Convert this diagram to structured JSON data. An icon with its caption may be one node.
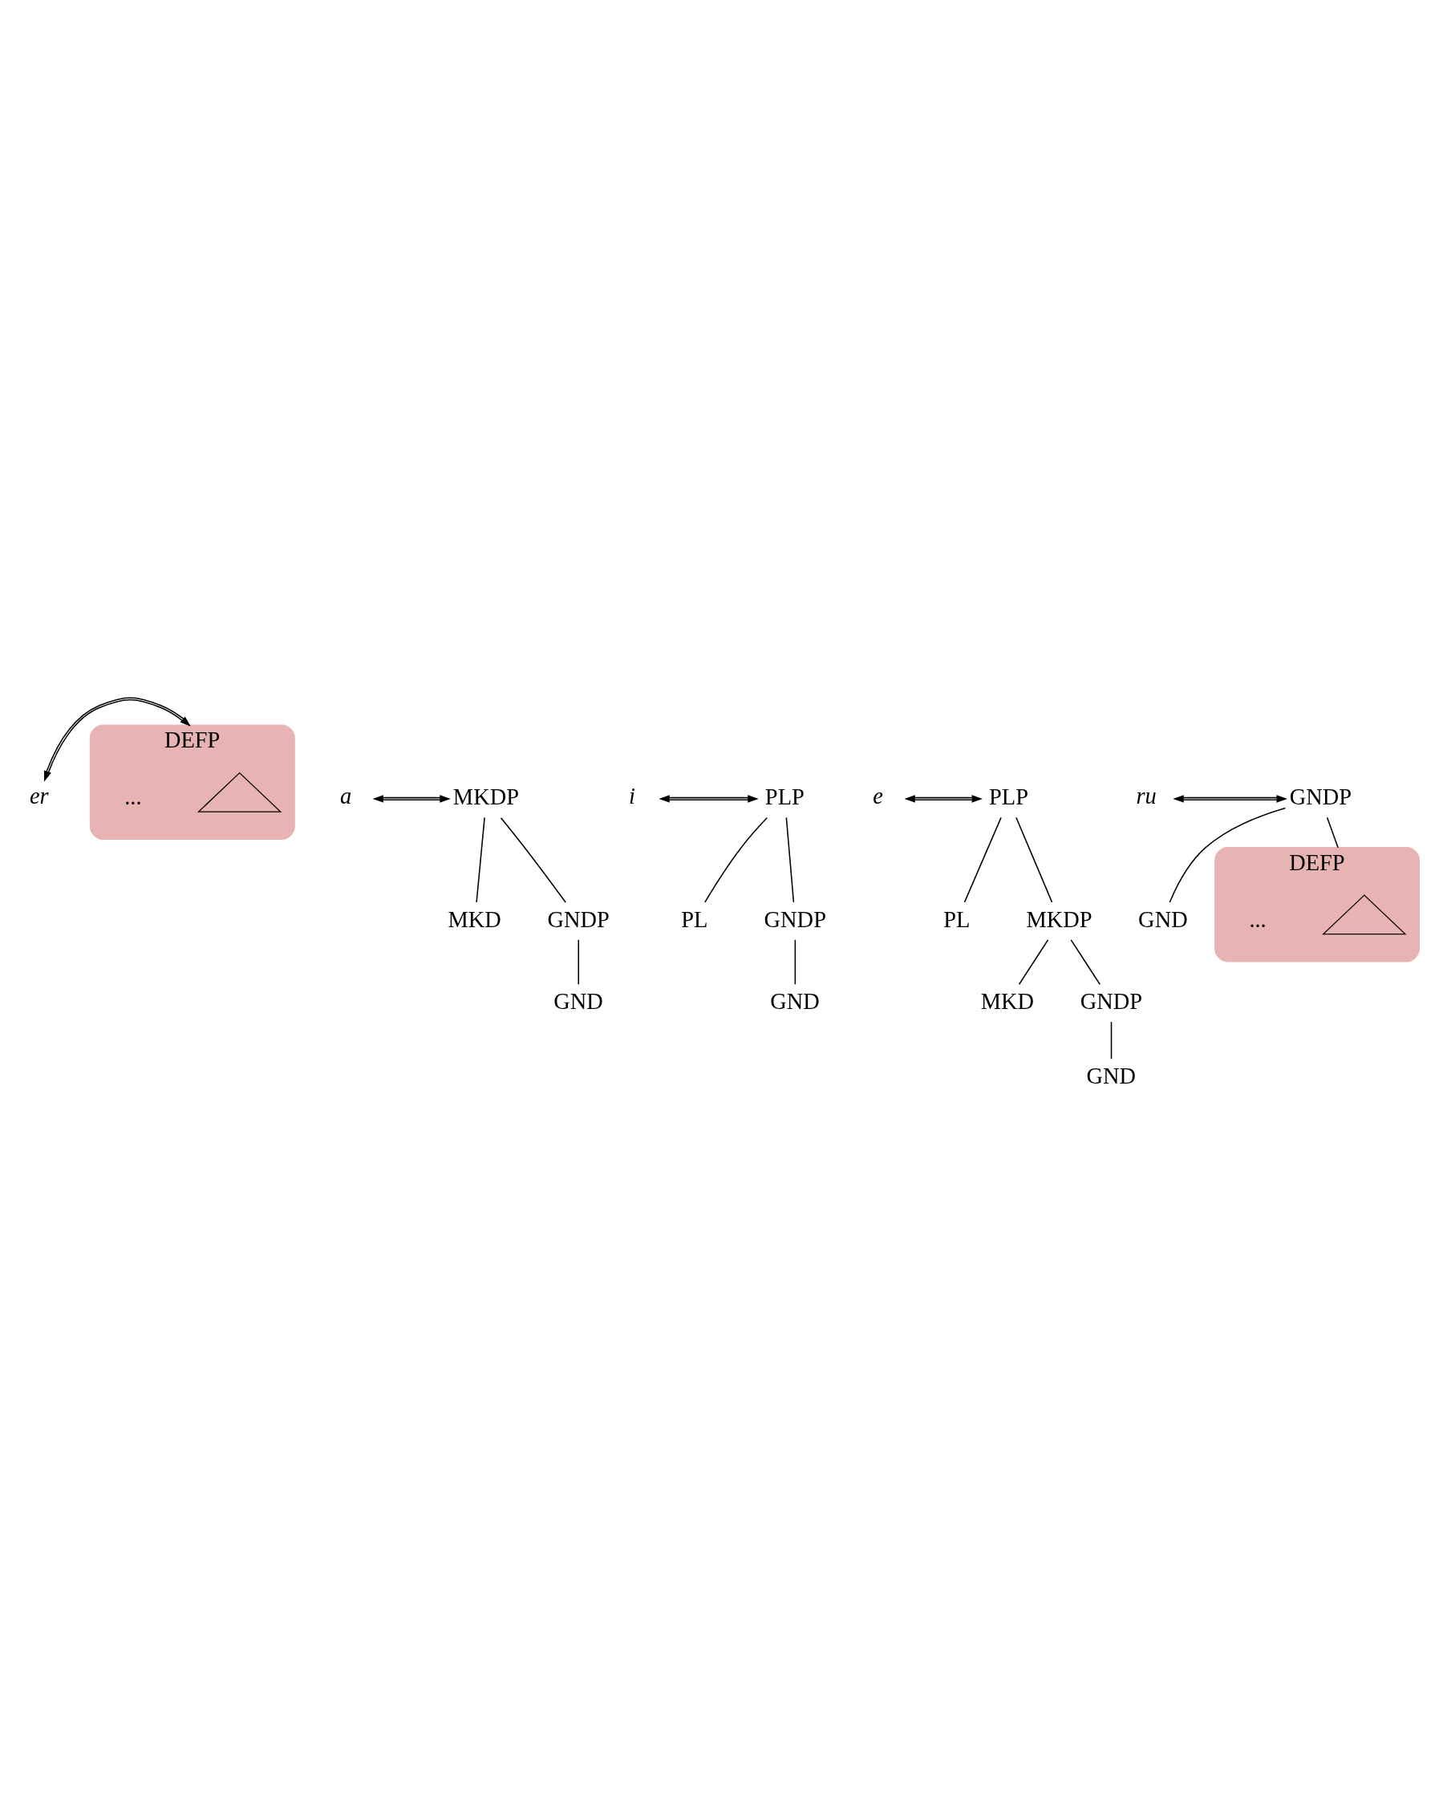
{
  "diagram": {
    "nodes": [
      {
        "text": [
          "er"
        ]
      },
      {
        "text": [
          "DEFP"
        ]
      },
      {
        "text": [],
        "shape": "triangle",
        "in": 1
      },
      {
        "text": [
          "..."
        ],
        "in": 1
      },
      {
        "text": [
          "a"
        ]
      },
      {
        "text": [
          "MKDP"
        ]
      },
      {
        "text": [
          "MKD"
        ]
      },
      {
        "text": [
          "GNDP"
        ]
      },
      {
        "text": [
          "GND"
        ]
      },
      {
        "text": [
          "i"
        ]
      },
      {
        "text": [
          "PLP"
        ]
      },
      {
        "text": [
          "PL"
        ]
      },
      {
        "text": [
          "GNDP"
        ]
      },
      {
        "text": [
          "GND"
        ]
      },
      {
        "text": [
          "e"
        ]
      },
      {
        "text": [
          "PLP"
        ]
      },
      {
        "text": [
          "PL"
        ]
      },
      {
        "text": [
          "MKDP"
        ]
      },
      {
        "text": [
          "MKD"
        ]
      },
      {
        "text": [
          "GNDP"
        ]
      },
      {
        "text": [
          "GND"
        ]
      },
      {
        "text": [
          "ru"
        ]
      },
      {
        "text": [
          "GNDP"
        ]
      },
      {
        "text": [
          "GND"
        ]
      },
      {
        "text": [
          "DEFP"
        ]
      },
      {
        "text": [],
        "shape": "triangle",
        "in": 24
      },
      {
        "text": [
          "..."
        ],
        "in": 24
      }
    ],
    "edges": [
      {
        "from": 0,
        "to": 1,
        "arrow": "both"
      },
      {
        "from": 4,
        "to": 5,
        "arrow": "both"
      },
      {
        "from": 5,
        "to": 6,
        "arrow": "none"
      },
      {
        "from": 5,
        "to": 7,
        "arrow": "none"
      },
      {
        "from": 7,
        "to": 8,
        "arrow": "none"
      },
      {
        "from": 9,
        "to": 10,
        "arrow": "both"
      },
      {
        "from": 10,
        "to": 11,
        "arrow": "none"
      },
      {
        "from": 10,
        "to": 12,
        "arrow": "none"
      },
      {
        "from": 12,
        "to": 13,
        "arrow": "none"
      },
      {
        "from": 14,
        "to": 15,
        "arrow": "both"
      },
      {
        "from": 15,
        "to": 16,
        "arrow": "none"
      },
      {
        "from": 15,
        "to": 17,
        "arrow": "none"
      },
      {
        "from": 17,
        "to": 18,
        "arrow": "none"
      },
      {
        "from": 17,
        "to": 19,
        "arrow": "none"
      },
      {
        "from": 19,
        "to": 20,
        "arrow": "none"
      },
      {
        "from": 21,
        "to": 22,
        "arrow": "both"
      },
      {
        "from": 22,
        "to": 23,
        "arrow": "none"
      },
      {
        "from": 22,
        "to": 24,
        "arrow": "none"
      }
    ]
  }
}
